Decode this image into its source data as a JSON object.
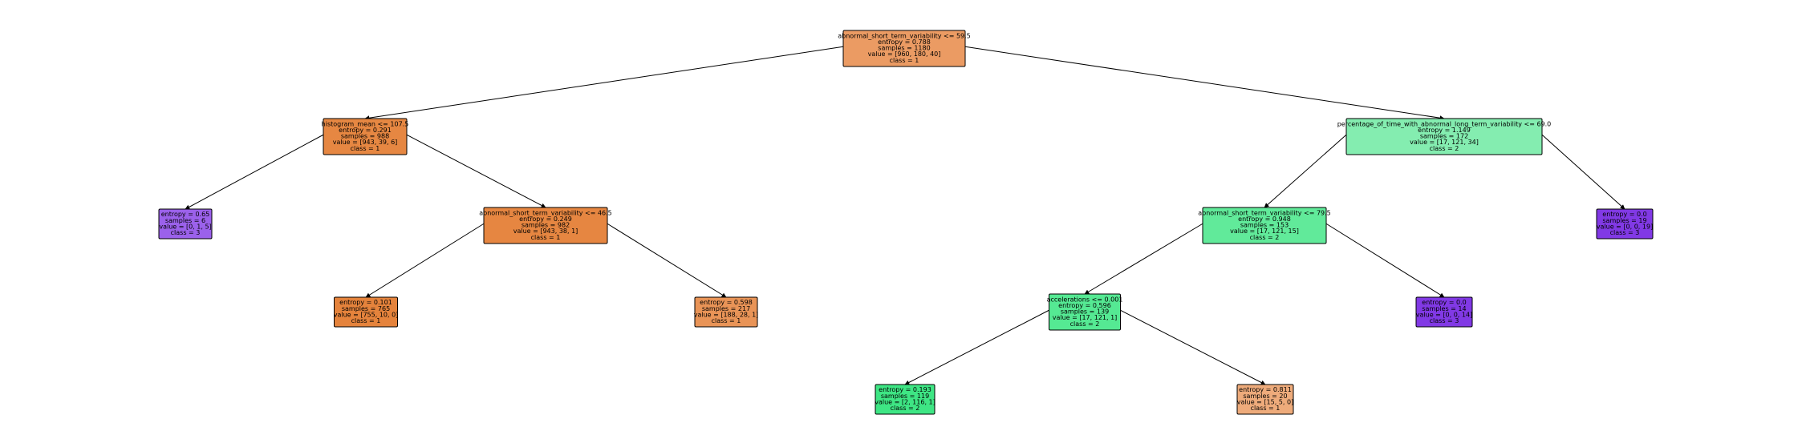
{
  "tree": {
    "nodes": [
      {
        "id": "n0",
        "lines": [
          "abnormal_short_term_variability <= 59.5",
          "entropy = 0.788",
          "samples = 1180",
          "value = [960, 180, 40]",
          "class = 1"
        ],
        "fill": "#eb9b63"
      },
      {
        "id": "n1",
        "lines": [
          "histogram_mean <= 107.5",
          "entropy = 0.291",
          "samples = 988",
          "value = [943, 39, 6]",
          "class = 1"
        ],
        "fill": "#e68742"
      },
      {
        "id": "n2",
        "lines": [
          "entropy = 0.65",
          "samples = 6",
          "value = [0, 1, 5]",
          "class = 3"
        ],
        "fill": "#9b61eb"
      },
      {
        "id": "n3",
        "lines": [
          "abnormal_short_term_variability <= 46.5",
          "entropy = 0.249",
          "samples = 982",
          "value = [943, 38, 1]",
          "class = 1"
        ],
        "fill": "#e68641"
      },
      {
        "id": "n4",
        "lines": [
          "entropy = 0.101",
          "samples = 765",
          "value = [755, 10, 0]",
          "class = 1"
        ],
        "fill": "#e5833c"
      },
      {
        "id": "n5",
        "lines": [
          "entropy = 0.598",
          "samples = 217",
          "value = [188, 28, 1]",
          "class = 1"
        ],
        "fill": "#e99457"
      },
      {
        "id": "n6",
        "lines": [
          "percentage_of_time_with_abnormal_long_term_variability <= 69.0",
          "entropy = 1.149",
          "samples = 172",
          "value = [17, 121, 34]",
          "class = 2"
        ],
        "fill": "#84edb0"
      },
      {
        "id": "n7",
        "lines": [
          "abnormal_short_term_variability <= 79.5",
          "entropy = 0.948",
          "samples = 153",
          "value = [17, 121, 15]",
          "class = 2"
        ],
        "fill": "#61ea9a"
      },
      {
        "id": "n8",
        "lines": [
          "accelerations <= 0.001",
          "entropy = 0.596",
          "samples = 139",
          "value = [17, 121, 1]",
          "class = 2"
        ],
        "fill": "#55e993"
      },
      {
        "id": "n9",
        "lines": [
          "entropy = 0.193",
          "samples = 119",
          "value = [2, 116, 1]",
          "class = 2"
        ],
        "fill": "#3ee684"
      },
      {
        "id": "n10",
        "lines": [
          "entropy = 0.811",
          "samples = 20",
          "value = [15, 5, 0]",
          "class = 1"
        ],
        "fill": "#eeab7b"
      },
      {
        "id": "n11",
        "lines": [
          "entropy = 0.0",
          "samples = 14",
          "value = [0, 0, 14]",
          "class = 3"
        ],
        "fill": "#8139e5"
      },
      {
        "id": "n12",
        "lines": [
          "entropy = 0.0",
          "samples = 19",
          "value = [0, 0, 19]",
          "class = 3"
        ],
        "fill": "#8139e5"
      }
    ],
    "edges": [
      [
        "n0",
        "n1"
      ],
      [
        "n0",
        "n6"
      ],
      [
        "n1",
        "n2"
      ],
      [
        "n1",
        "n3"
      ],
      [
        "n3",
        "n4"
      ],
      [
        "n3",
        "n5"
      ],
      [
        "n6",
        "n7"
      ],
      [
        "n6",
        "n12"
      ],
      [
        "n7",
        "n8"
      ],
      [
        "n7",
        "n11"
      ],
      [
        "n8",
        "n9"
      ],
      [
        "n8",
        "n10"
      ]
    ]
  }
}
